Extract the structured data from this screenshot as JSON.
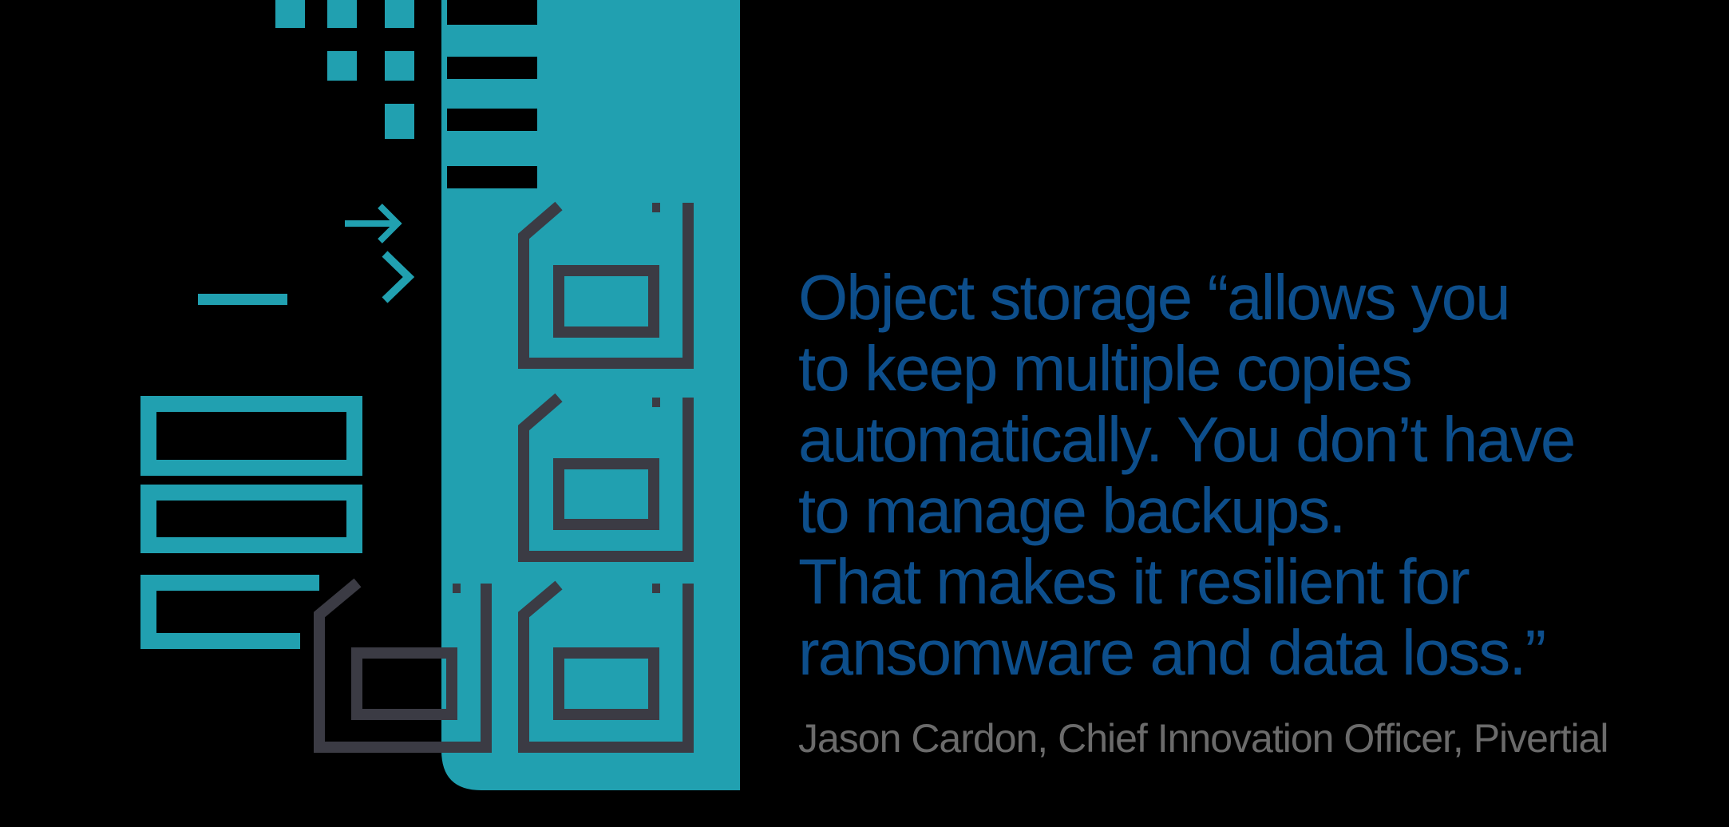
{
  "quote": {
    "lines": [
      "Object storage “allows you",
      "to keep multiple copies",
      "automatically. You don’t have",
      "to manage backups.",
      "That makes it resilient for",
      "ransomware and data loss.”"
    ],
    "attribution": "Jason Cardon, Chief Innovation Officer, Pivertial"
  },
  "colors": {
    "teal": "#21a0b0",
    "charcoal": "#3b3b44",
    "quote_blue": "#0d4e8b",
    "attribution_gray": "#6b6b6b",
    "arrow_gradient_start": "#8cc63f"
  },
  "icons": [
    "storage-card-icon",
    "arrow-right-icon",
    "server-rack-icon"
  ]
}
